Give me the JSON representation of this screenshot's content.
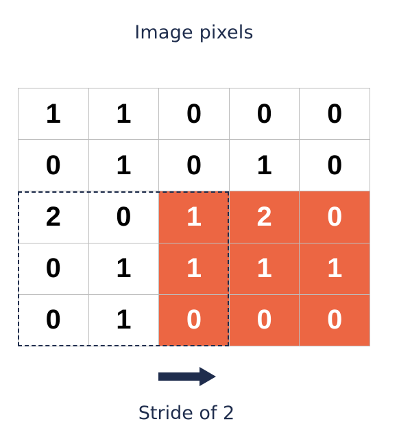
{
  "title": "Image pixels",
  "caption": "Stride of 2",
  "colors": {
    "highlight": "#ec6643",
    "accent": "#1f2d4d"
  },
  "icons": {
    "arrow": "right-arrow-icon"
  },
  "grid": [
    [
      "1",
      "1",
      "0",
      "0",
      "0"
    ],
    [
      "0",
      "1",
      "0",
      "1",
      "0"
    ],
    [
      "2",
      "0",
      "1",
      "2",
      "0"
    ],
    [
      "0",
      "1",
      "1",
      "1",
      "1"
    ],
    [
      "0",
      "1",
      "0",
      "0",
      "0"
    ]
  ],
  "highlight": {
    "rows": [
      2,
      3,
      4
    ],
    "cols": [
      2,
      3,
      4
    ]
  },
  "filter_window": {
    "rows": [
      2,
      3,
      4
    ],
    "cols": [
      0,
      1,
      2
    ]
  }
}
